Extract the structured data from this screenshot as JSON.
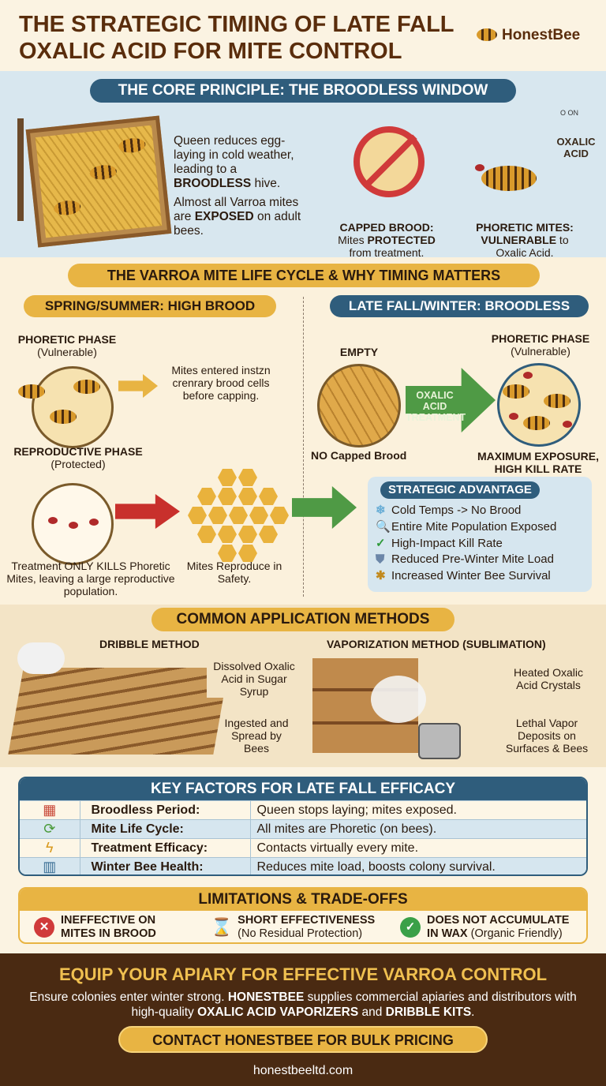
{
  "header": {
    "title_line1": "THE STRATEGIC TIMING OF LATE FALL",
    "title_line2": "OXALIC ACID FOR MITE CONTROL",
    "logo": "HonestBee"
  },
  "core": {
    "title": "THE CORE PRINCIPLE: THE BROODLESS WINDOW",
    "text1_pre": "Queen reduces egg-laying in cold weather, leading to a ",
    "text1_bold": "BROODLESS",
    "text1_post": " hive.",
    "text2_pre": "Almost all Varroa mites are ",
    "text2_bold": "EXPOSED",
    "text2_post": " on adult bees.",
    "capped_title": "CAPPED BROOD:",
    "capped_pre": "Mites ",
    "capped_bold": "PROTECTED",
    "capped_post": "from treatment.",
    "chem_label": "OXALIC ACID",
    "chem_formula": "O ON",
    "phoretic_title": "PHORETIC MITES:",
    "phoretic_bold": "VULNERABLE",
    "phoretic_to": " to",
    "phoretic_post": "Oxalic Acid."
  },
  "lifecycle": {
    "title": "THE VARROA MITE LIFE CYCLE & WHY TIMING MATTERS",
    "left": {
      "title": "SPRING/SUMMER: HIGH BROOD",
      "phoretic": "PHORETIC PHASE",
      "phoretic_sub": "(Vulnerable)",
      "mites_entered": "Mites entered instzn crenrary brood cells before capping.",
      "reproductive": "REPRODUCTIVE PHASE",
      "reproductive_sub": "(Protected)",
      "treatment": "Treatment ONLY KILLS Phoretic Mites, leaving a large reproductive population.",
      "reproduce": "Mites Reproduce in Safety."
    },
    "right": {
      "title": "LATE FALL/WINTER: BROODLESS",
      "empty": "EMPTY",
      "no_capped": "NO Capped Brood",
      "arrow": "OXALIC ACID TREATMENT",
      "phoretic": "PHORETIC PHASE",
      "phoretic_sub": "(Vulnerable)",
      "max": "MAXIMUM EXPOSURE, HIGH KILL RATE"
    },
    "advantage": {
      "title": "STRATEGIC ADVANTAGE",
      "items": [
        {
          "icon": "snowflake-icon",
          "glyph": "❄",
          "color": "#6aaed6",
          "text": "Cold Temps -> No Brood"
        },
        {
          "icon": "magnifier-icon",
          "glyph": "🔍",
          "color": "#3b6f95",
          "text": "Entire Mite Population Exposed"
        },
        {
          "icon": "check-icon",
          "glyph": "✓",
          "color": "#2f9a3a",
          "text": "High-Impact Kill Rate"
        },
        {
          "icon": "shield-icon",
          "glyph": "⛊",
          "color": "#6b86a8",
          "text": "Reduced Pre-Winter Mite Load"
        },
        {
          "icon": "bee-icon",
          "glyph": "✱",
          "color": "#c28a1e",
          "text": "Increased Winter Bee Survival"
        }
      ]
    }
  },
  "methods": {
    "title": "COMMON APPLICATION METHODS",
    "dribble": "DRIBBLE METHOD",
    "dissolved": "Dissolved Oxalic Acid in Sugar Syrup",
    "ingested": "Ingested and Spread by Bees",
    "vapor": "VAPORIZATION METHOD (SUBLIMATION)",
    "heated": "Heated Oxalic Acid Crystals",
    "lethal": "Lethal Vapor Deposits on Surfaces & Bees"
  },
  "factors": {
    "title": "KEY FACTORS FOR LATE FALL EFFICACY",
    "rows": [
      {
        "icon": "calendar-icon",
        "glyph": "▦",
        "color": "#c94a3a",
        "key": "Broodless Period:",
        "value": "Queen stops laying; mites exposed."
      },
      {
        "icon": "cycle-icon",
        "glyph": "⟳",
        "color": "#4a9a3a",
        "key": "Mite Life Cycle:",
        "value": "All mites are Phoretic (on bees)."
      },
      {
        "icon": "lightning-icon",
        "glyph": "ϟ",
        "color": "#d99a1e",
        "key": "Treatment Efficacy:",
        "value": "Contacts virtually every mite."
      },
      {
        "icon": "hospital-icon",
        "glyph": "▥",
        "color": "#3b6f95",
        "key": "Winter Bee Health:",
        "value": "Reduces mite load, boosts colony survival."
      }
    ]
  },
  "limitations": {
    "title": "LIMITATIONS & TRADE-OFFS",
    "items": [
      {
        "icon": "x-circle-icon",
        "glyph": "✕",
        "color": "#d03a3a",
        "line1": "INEFFECTIVE ON",
        "line2": "MITES IN BROOD",
        "line2_extra": ""
      },
      {
        "icon": "hourglass-icon",
        "glyph": "⌛",
        "color": "#7a5a2a",
        "line1": "SHORT EFFECTIVENESS",
        "line2": "",
        "line2_extra": "(No Residual Protection)"
      },
      {
        "icon": "check-circle-icon",
        "glyph": "✓",
        "color": "#3aa048",
        "line1": "DOES NOT ACCUMULATE",
        "line2": "IN WAX",
        "line2_extra": " (Organic Friendly)"
      }
    ]
  },
  "footer": {
    "title": "EQUIP YOUR APIARY FOR EFFECTIVE VARROA CONTROL",
    "t1": "Ensure colonies enter winter strong. ",
    "t2": "HONESTBEE",
    "t3": " supplies commercial apiaries and distributors with high-quality ",
    "t4": "OXALIC ACID VAPORIZERS",
    "t5": " and ",
    "t6": "DRIBBLE KITS",
    "t7": ".",
    "cta": "CONTACT HONESTBEE FOR BULK PRICING",
    "url": "honestbeeltd.com"
  },
  "colors": {
    "brown": "#5a2d0c",
    "blue": "#2f5d7c",
    "gold": "#e8b443",
    "green": "#4f9a45",
    "red": "#c8302c"
  }
}
